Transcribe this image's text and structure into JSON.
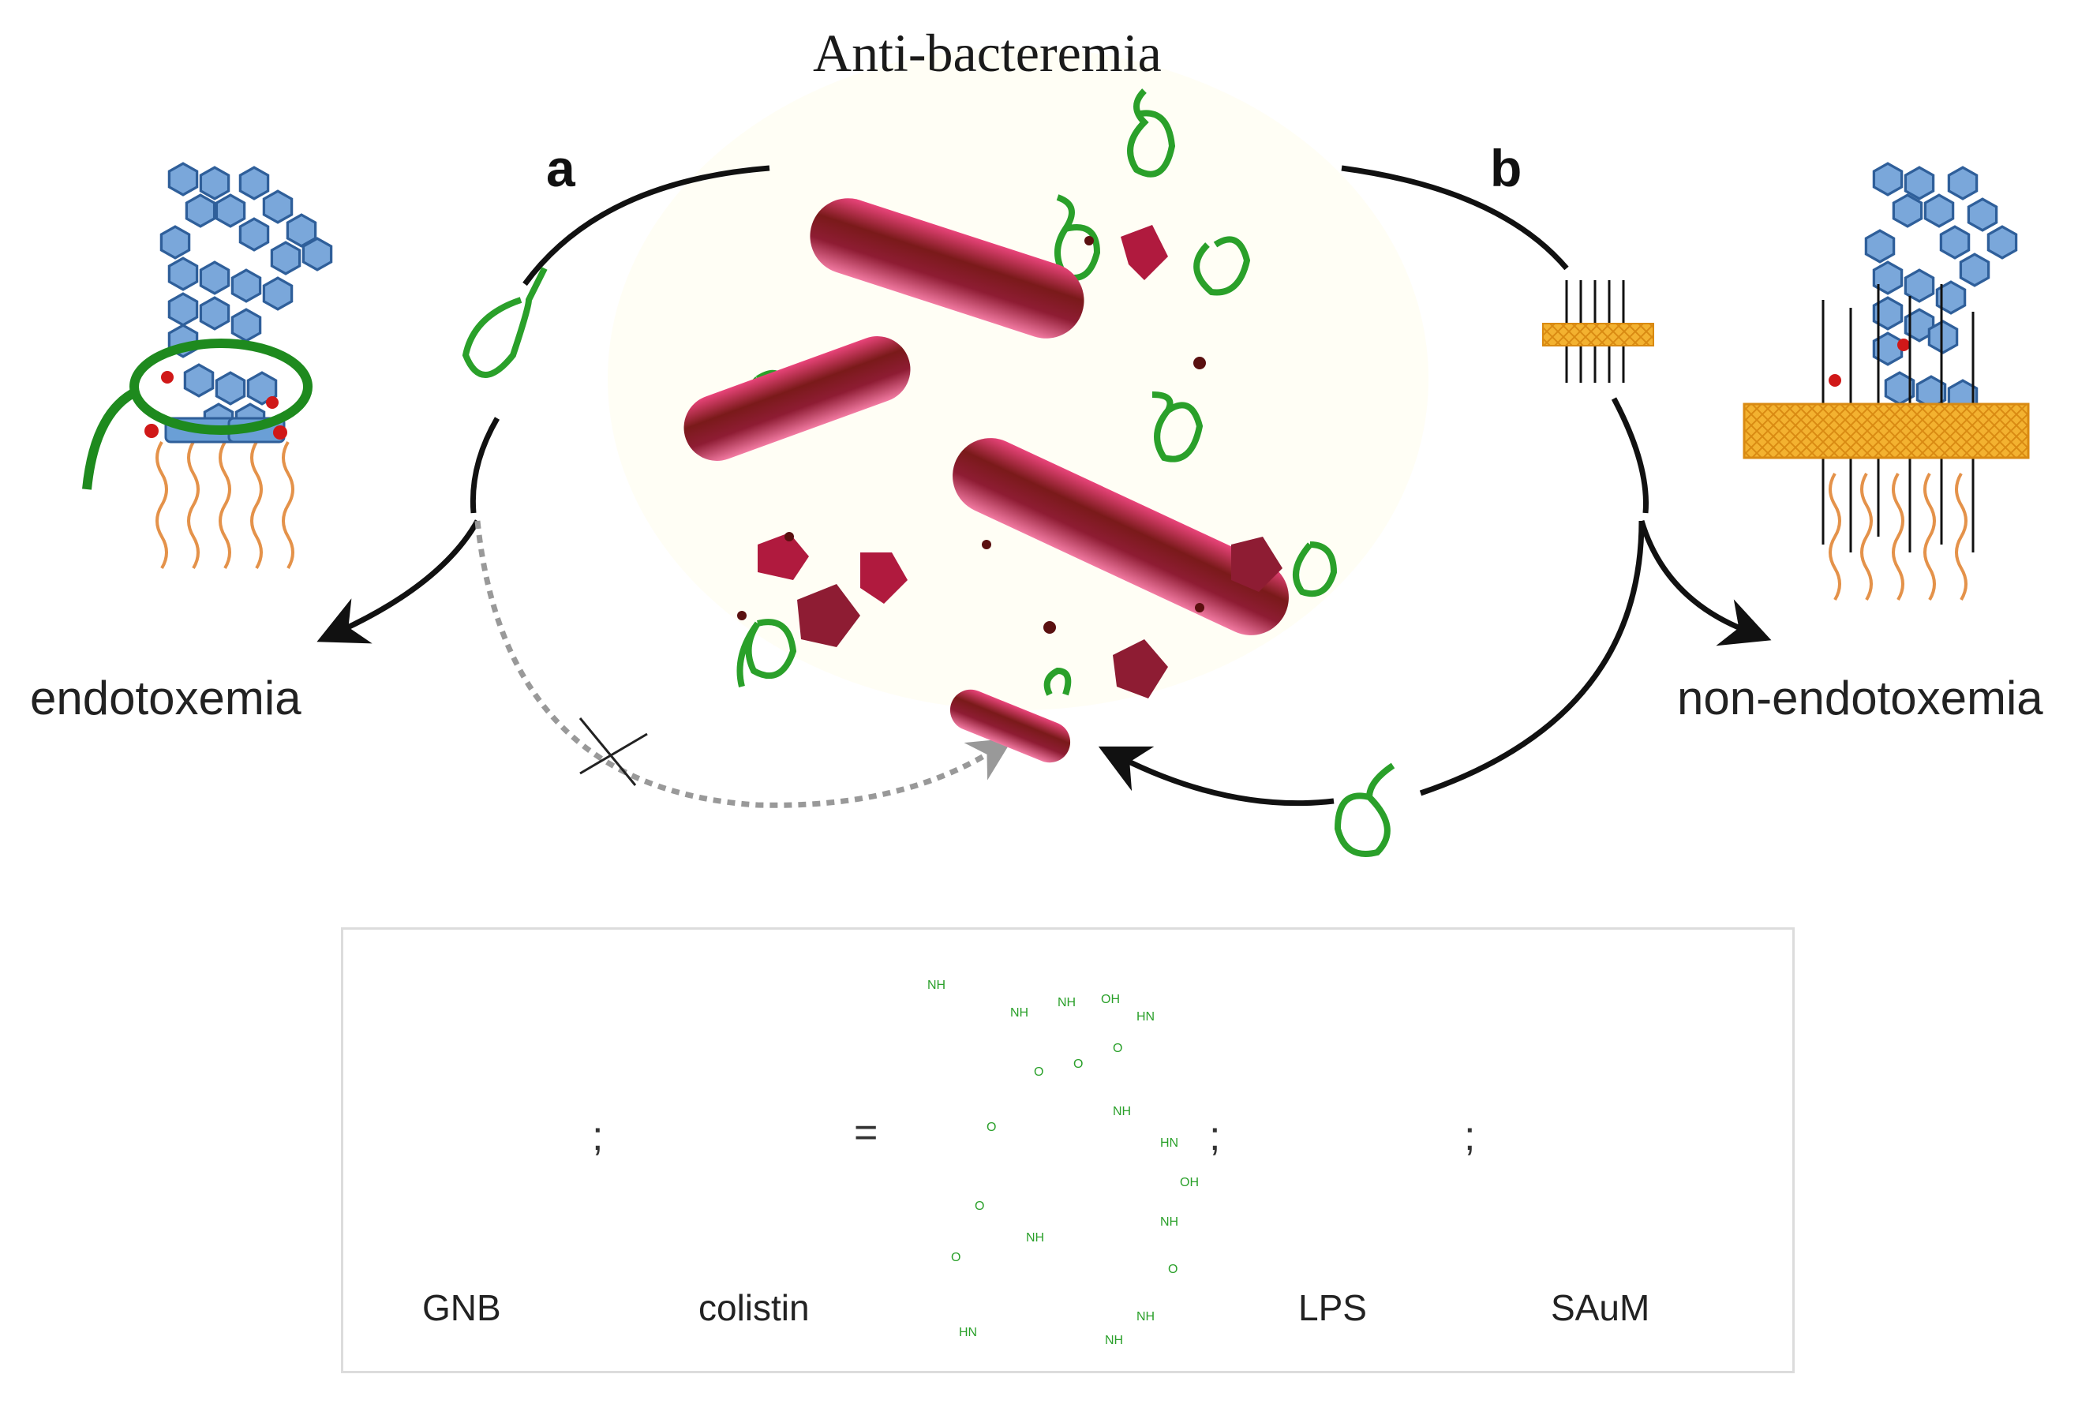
{
  "figure": {
    "title": "Anti-bacteremia",
    "panel_a_label": "a",
    "panel_b_label": "b",
    "left_outcome": "endotoxemia",
    "right_outcome": "non-endotoxemia"
  },
  "legend": {
    "items": [
      {
        "key": "gnb",
        "label": "GNB",
        "icon": "rod-bacterium-icon"
      },
      {
        "key": "colistin",
        "label": "colistin",
        "icon": "green-loop-icon"
      },
      {
        "key": "lps",
        "label": "LPS",
        "icon": "lps-molecule-icon"
      },
      {
        "key": "saum",
        "label": "SAuM",
        "icon": "saum-bar-icon"
      }
    ],
    "separator_semicolon": ";",
    "equals_sign": "=",
    "chemical_labels": [
      "NH",
      "NH",
      "NH",
      "OH",
      "HN",
      "O",
      "O",
      "O",
      "O",
      "O",
      "O",
      "O",
      "NH",
      "NH",
      "OH",
      "HN",
      "HN",
      "NH",
      "NH",
      "NH"
    ]
  },
  "colors": {
    "bacterium": "#c2154a",
    "colistin": "#2e9a2e",
    "lps_sugar": "#5b8fc8",
    "lipid": "#e4924a",
    "saum": "#f0a81e",
    "arrow": "#111111",
    "dotted_arrow": "#999999"
  }
}
